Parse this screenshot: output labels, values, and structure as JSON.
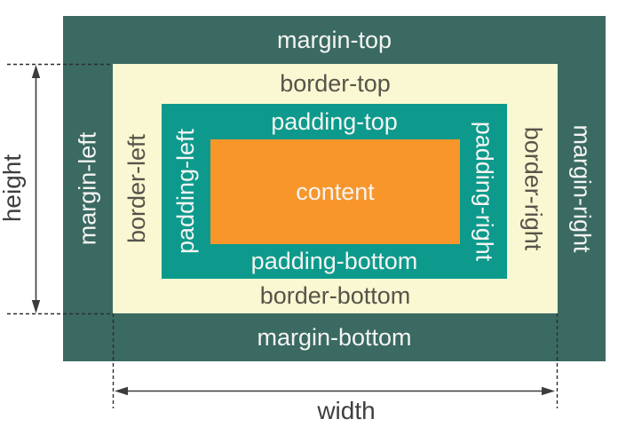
{
  "colors": {
    "margin": "#3a6a62",
    "border": "#f9f8d2",
    "padding": "#0d9a8c",
    "content": "#f8962b",
    "label_light": "#f4f4f2",
    "label_dark": "#56544a",
    "measure": "#3f3f3f"
  },
  "box_model": {
    "margin": {
      "top": "margin-top",
      "bottom": "margin-bottom",
      "left": "margin-left",
      "right": "margin-right"
    },
    "border": {
      "top": "border-top",
      "bottom": "border-bottom",
      "left": "border-left",
      "right": "border-right"
    },
    "padding": {
      "top": "padding-top",
      "bottom": "padding-bottom",
      "left": "padding-left",
      "right": "padding-right"
    },
    "content": "content"
  },
  "measurements": {
    "height": "height",
    "width": "width"
  }
}
